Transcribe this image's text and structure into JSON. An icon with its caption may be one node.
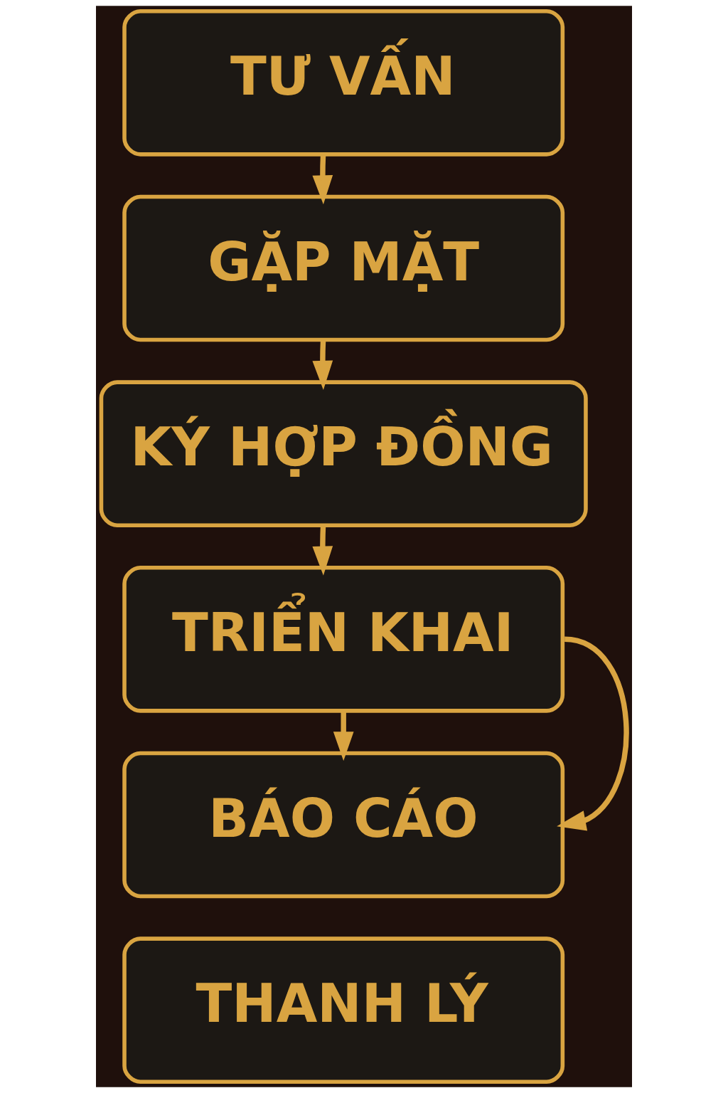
{
  "diagram": {
    "nodes": [
      {
        "text": [
          "TƯ VẤN"
        ]
      },
      {
        "text": [
          "GẶP MẶT"
        ]
      },
      {
        "text": [
          "KÝ HỢP ĐỒNG"
        ]
      },
      {
        "text": [
          "TRIỂN KHAI"
        ]
      },
      {
        "text": [
          "BÁO CÁO"
        ]
      },
      {
        "text": [
          "THANH LÝ"
        ]
      }
    ],
    "edges": [
      {
        "from": 0,
        "to": 1,
        "arrow": "to"
      },
      {
        "from": 1,
        "to": 2,
        "arrow": "to"
      },
      {
        "from": 2,
        "to": 3,
        "arrow": "to"
      },
      {
        "from": 3,
        "to": 4,
        "arrow": "to"
      },
      {
        "from": 3,
        "to": 4,
        "arrow": "to"
      }
    ]
  }
}
